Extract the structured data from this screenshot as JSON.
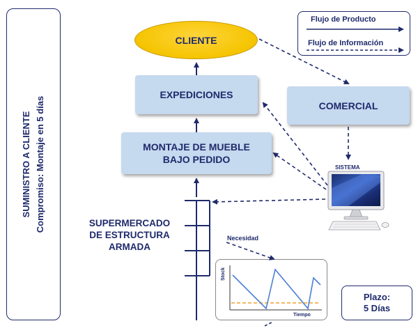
{
  "side_panel": {
    "line1": "SUMINISTRO A CLIENTE",
    "line2": "Compromiso: Montaje en 5 días"
  },
  "legend": {
    "product_flow": "Flujo de Producto",
    "info_flow": "Flujo de Información"
  },
  "nodes": {
    "cliente": "CLIENTE",
    "expediciones": "EXPEDICIONES",
    "comercial": "COMERCIAL",
    "montaje_line1": "MONTAJE DE MUEBLE",
    "montaje_line2": "BAJO PEDIDO",
    "sistema": "SISTEMA",
    "super_line1": "SUPERMERCADO",
    "super_line2": "DE ESTRUCTURA",
    "super_line3": "ARMADA",
    "necesidad": "Necesidad"
  },
  "chart": {
    "ylabel": "Stock",
    "xlabel": "Tiempo"
  },
  "plazo": {
    "line1": "Plazo:",
    "line2": "5 Días"
  },
  "colors": {
    "navy": "#1f2a6b",
    "box_fill": "#c5d9ef",
    "ellipse_fill": "#f5c400",
    "chart_line": "#4a7fd4",
    "threshold_line": "#f0a030"
  }
}
